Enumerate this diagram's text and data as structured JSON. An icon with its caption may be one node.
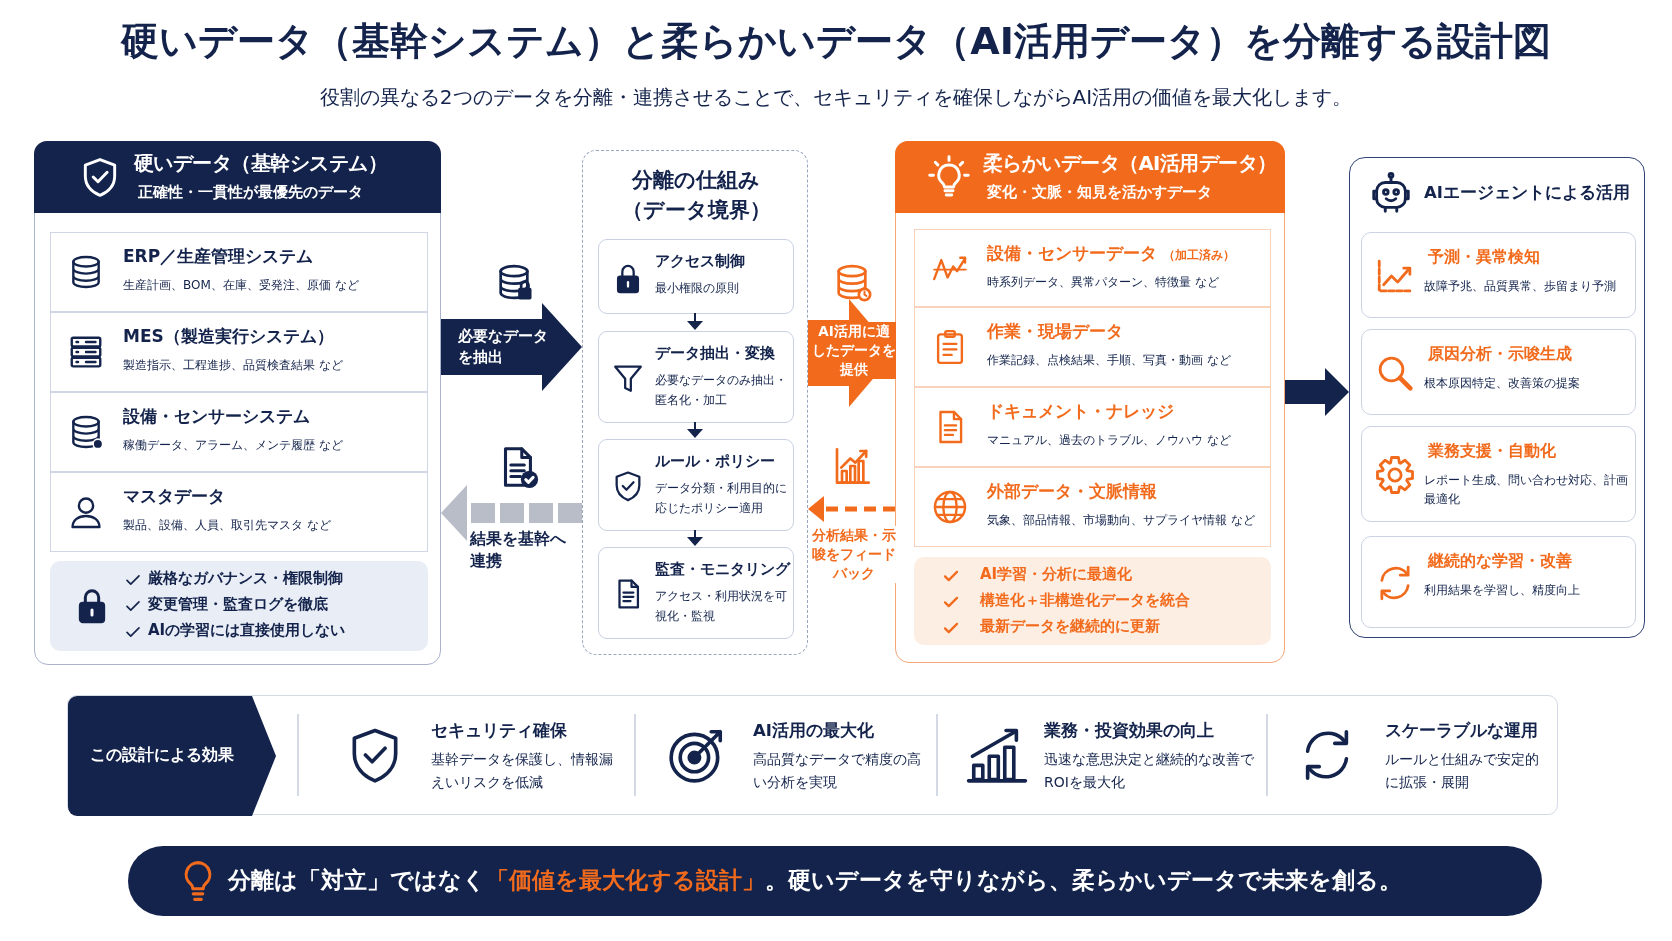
{
  "diagram": {
    "title": "硬いデータ（基幹システム）と柔らかいデータ（AI活用データ）を分離する設計図",
    "nodes": [
      {
        "text": [
          "硬いデータ（基幹システム）",
          "正確性・一貫性が最優先のデータ"
        ]
      },
      {
        "text": [
          "ERP／生産管理システム",
          "生産計画、BOM、在庫、受発注、原価 など"
        ],
        "in": 0
      },
      {
        "text": [
          "MES（製造実行システム）",
          "製造指示、工程進捗、品質検査結果 など"
        ],
        "in": 0
      },
      {
        "text": [
          "設備・センサーシステム",
          "稼働データ、アラーム、メンテ履歴 など"
        ],
        "in": 0
      },
      {
        "text": [
          "マスタデータ",
          "製品、設備、人員、取引先マスタ など"
        ],
        "in": 0
      },
      {
        "text": [
          "厳格なガバナンス・権限制御",
          "変更管理・監査ログを徹底",
          "AIの学習には直接使用しない"
        ],
        "in": 0
      },
      {
        "text": [
          "分離の仕組み（データ境界）"
        ]
      },
      {
        "text": [
          "アクセス制御",
          "最小権限の原則"
        ],
        "in": 6
      },
      {
        "text": [
          "データ抽出・変換",
          "必要なデータのみ抽出・匿名化・加工"
        ],
        "in": 6
      },
      {
        "text": [
          "ルール・ポリシー",
          "データ分類・利用目的に応じたポリシー適用"
        ],
        "in": 6
      },
      {
        "text": [
          "監査・モニタリング",
          "アクセス・利用状況を可視化・監視"
        ],
        "in": 6
      },
      {
        "text": [
          "柔らかいデータ（AI活用データ）",
          "変化・文脈・知見を活かすデータ"
        ]
      },
      {
        "text": [
          "設備・センサーデータ",
          "（加工済み）",
          "時系列データ、異常パターン、特徴量 など"
        ],
        "in": 11
      },
      {
        "text": [
          "作業・現場データ",
          "作業記録、点検結果、手順、写真・動画 など"
        ],
        "in": 11
      },
      {
        "text": [
          "ドキュメント・ナレッジ",
          "マニュアル、過去のトラブル、ノウハウ など"
        ],
        "in": 11
      },
      {
        "text": [
          "外部データ・文脈情報",
          "気象、部品情報、市場動向、サプライヤ情報 など"
        ],
        "in": 11
      },
      {
        "text": [
          "AI学習・分析に最適化",
          "構造化＋非構造化データを統合",
          "最新データを継続的に更新"
        ],
        "in": 11
      },
      {
        "text": [
          "AIエージェントによる活用"
        ]
      },
      {
        "text": [
          "予測・異常検知",
          "故障予兆、品質異常、歩留まり予測"
        ],
        "in": 17
      },
      {
        "text": [
          "原因分析・示唆生成",
          "根本原因特定、改善策の提案"
        ],
        "in": 17
      },
      {
        "text": [
          "業務支援・自動化",
          "レポート生成、問い合わせ対応、計画最適化"
        ],
        "in": 17
      },
      {
        "text": [
          "継続的な学習・改善",
          "利用結果を学習し、精度向上"
        ],
        "in": 17
      },
      {
        "text": [
          "セキュリティ確保",
          "基幹データを保護し、情報漏えいリスクを低減",
          "AI活用の最大化",
          "高品質なデータで精度の高い分析を実現",
          "業務・投資効果の向上",
          "迅速な意思決定と継続的な改善でROIを最大化",
          "スケーラブルな運用",
          "ルールと仕組みで安定的に拡張・展開"
        ]
      },
      {
        "text": [
          "この設計による効果"
        ],
        "in": 22
      },
      {
        "text": [
          "分離は「対立」ではなく**「価値を最大化する設計」**。硬いデータを守りながら、柔らかいデータで未来を創る。"
        ]
      }
    ],
    "edges": [
      {
        "from": 0,
        "to": 6,
        "arrow": "to",
        "label": "必要なデータを抽出",
        "style": "thick"
      },
      {
        "from": 6,
        "to": 0,
        "arrow": "to",
        "label": "結果を基幹へ連携",
        "style": "dashed",
        "color": "#b9bdc7"
      },
      {
        "from": 6,
        "to": 11,
        "arrow": "to",
        "label": "AI活用に適したデータを提供",
        "style": "thick",
        "color": "#f26b1d"
      },
      {
        "from": 11,
        "to": 6,
        "arrow": "to",
        "label": "分析結果・示唆をフィードバック",
        "style": "dashed",
        "color": "#f26b1d"
      },
      {
        "from": 7,
        "to": 8,
        "arrow": "to"
      },
      {
        "from": 8,
        "to": 9,
        "arrow": "to"
      },
      {
        "from": 9,
        "to": 10,
        "arrow": "to"
      },
      {
        "from": 11,
        "to": 17,
        "arrow": "to",
        "style": "thick"
      }
    ],
    "labels": [
      "役割の異なる2つのデータを分離・連携させることで、セキュリティを確保しながらAI活用の価値を最大化します。"
    ]
  }
}
